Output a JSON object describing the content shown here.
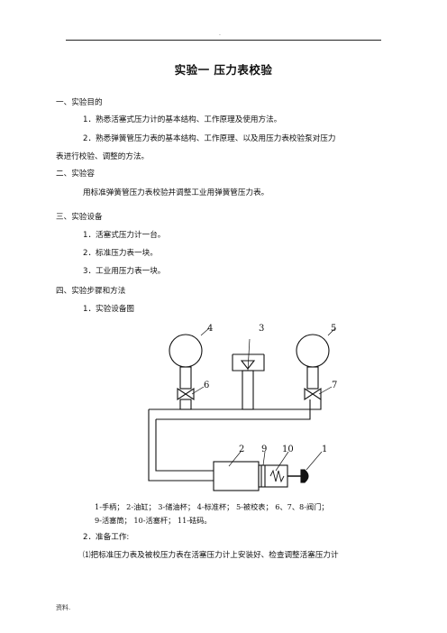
{
  "header": {
    "mark": "."
  },
  "title": "实验一   压力表校验",
  "sections": {
    "s1": "一、实验目的",
    "s1_1": "1．熟悉活塞式压力计的基本结构、工作原理及使用方法。",
    "s1_2a": "2．熟悉弹簧管压力表的基本结构、工作原理、以及用压力表校验泵对压力",
    "s1_2b": "表进行校验、调整的方法。",
    "s2": "二、实验容",
    "s2_1": "用标准弹簧管压力表校验并调整工业用弹簧管压力表。",
    "s3": "三、实验设备",
    "s3_1": "1．活塞式压力计一台。",
    "s3_2": "2．标准压力表一块。",
    "s3_3": "3．工业用压力表一块。",
    "s4": "四、实验步骤和方法",
    "s4_1": "1．实验设备图"
  },
  "diagram_labels": {
    "l4": "4",
    "l3": "3",
    "l5": "5",
    "l6": "6",
    "l7": "7",
    "l2": "2",
    "l9": "9",
    "l10": "10",
    "l1": "1"
  },
  "caption": {
    "line1": "1-手柄；  2-油缸；  3-储油杯；  4-标准杯；  5-被校表；  6、7、8-阀门；",
    "line2": "9-活塞筒；  10-活塞杆；  11-砝码。"
  },
  "prep": {
    "heading": "2．准备工作:",
    "p1": "⑴把标准压力表及被校压力表在活塞压力计上安装好、检查调整活塞压力计"
  },
  "footer": "资料."
}
